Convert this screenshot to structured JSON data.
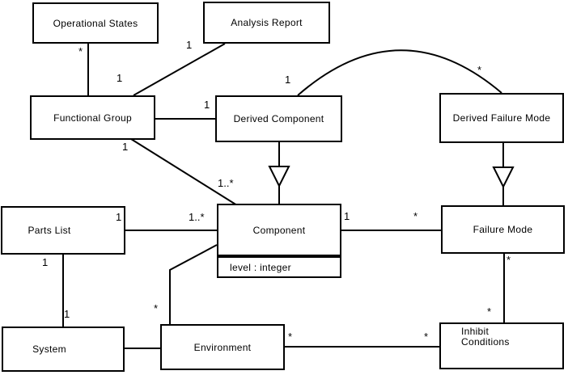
{
  "diagram": {
    "type": "uml-class-diagram",
    "classes": {
      "operational_states": {
        "name": "Operational States"
      },
      "analysis_report": {
        "name": "Analysis Report"
      },
      "functional_group": {
        "name": "Functional Group"
      },
      "derived_component": {
        "name": "Derived Component"
      },
      "derived_failure_mode": {
        "name": "Derived Failure Mode"
      },
      "parts_list": {
        "name": "Parts List"
      },
      "component": {
        "name": "Component",
        "attribute": "level : integer"
      },
      "failure_mode": {
        "name": "Failure Mode"
      },
      "system": {
        "name": "System"
      },
      "environment": {
        "name": "Environment"
      },
      "inhibit_conditions": {
        "name": "Inhibit\nConditions"
      }
    },
    "multiplicities": {
      "operational_states_end": "*",
      "functional_group_top": "1",
      "analysis_report_end": "1",
      "derived_component_left": "1",
      "derived_component_arc_end": "1",
      "derived_failure_mode_arc_end": "*",
      "functional_group_bottom": "1",
      "component_diagonal_end": "1..*",
      "parts_list_right": "1",
      "component_left": "1..*",
      "component_right": "1",
      "failure_mode_left": "*",
      "parts_list_bottom": "1",
      "system_top": "1",
      "environment_top": "*",
      "failure_mode_bottom": "*",
      "inhibit_conditions_top": "*",
      "environment_right": "*",
      "inhibit_conditions_left": "*"
    },
    "colors": {
      "line": "#000000",
      "background": "#ffffff"
    }
  }
}
